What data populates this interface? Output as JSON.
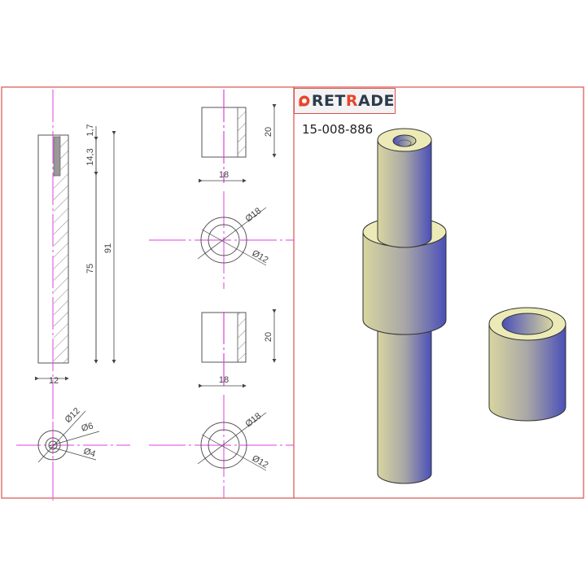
{
  "brand": {
    "name_prefix": "RET",
    "name_accent": "R",
    "name_suffix": "ADE",
    "icon": "location-pin-icon",
    "accent_color": "#e8452c",
    "text_color": "#2c3b4a"
  },
  "part_number": "15-008-886",
  "colors": {
    "frame": "#d9534f",
    "centerline": "#e040e0",
    "geometry": "#555555",
    "shade_light": "#e9e7b0",
    "shade_dark": "#4a4fb8"
  },
  "views": {
    "shaft_section": {
      "dims": {
        "top_gap": "1,7",
        "thread_length": "14,3",
        "hole_depth": "75",
        "total_length": "91",
        "width": "12"
      }
    },
    "shaft_end": {
      "dims": {
        "outer": "Ø12",
        "mid": "Ø6",
        "inner": "Ø4"
      }
    },
    "bushing_1_side": {
      "dims": {
        "height": "20",
        "width": "18"
      }
    },
    "bushing_1_end": {
      "dims": {
        "outer": "Ø18",
        "inner": "Ø12"
      }
    },
    "bushing_2_side": {
      "dims": {
        "height": "20",
        "width": "18"
      }
    },
    "bushing_2_end": {
      "dims": {
        "outer": "Ø18",
        "inner": "Ø12"
      }
    }
  }
}
